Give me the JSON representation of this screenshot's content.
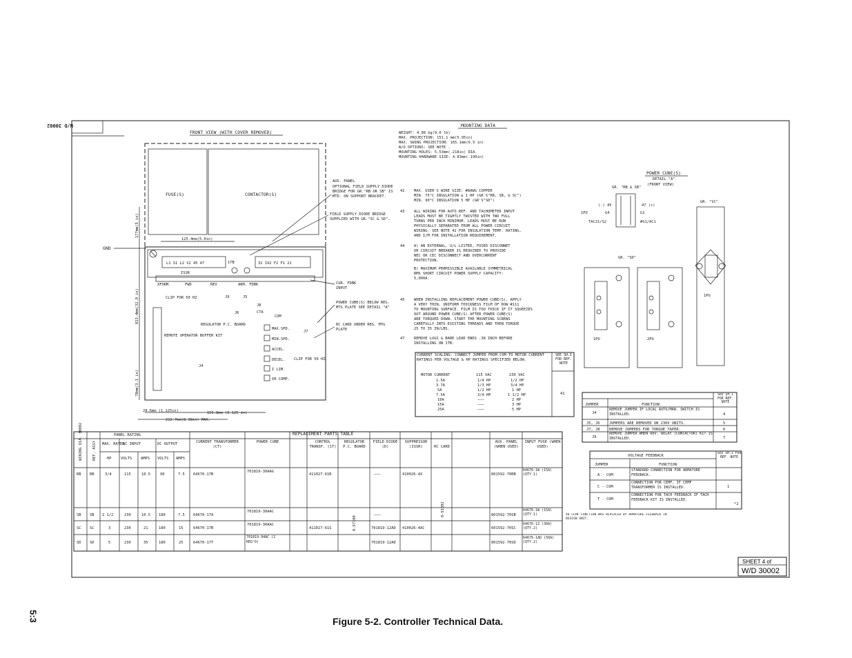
{
  "sheet": {
    "wd_rotated": "W/D 30002",
    "sheet_label": "SHEET 4 of",
    "wd_number": "W/D 30002"
  },
  "caption": "Figure 5-2. Controller Technical Data.",
  "page_number": "5:3",
  "front_view": {
    "title": "FRONT VIEW (WITH COVER REMOVED)",
    "fuses": "FUSE(S)",
    "contactors": "CONTACTOR(S)",
    "gnd": "GND",
    "terminals_left": "L1 S1 L2 S2 45 47",
    "terminals_right": "32 192 F2 F1 21",
    "itb": "1TB",
    "issr": "ISSR",
    "xform": "XFORM.",
    "fwd": "FWD",
    "rev": "REV",
    "arm_fdbk": "ARM. FDBK",
    "clip_50hz_left": "CLIP FOR 50 HZ",
    "regulator": "REGULATOR P.C. BOARD",
    "cta": "CTA",
    "com": "COM",
    "remote_buffer": "REMOTE OPERATOR BUFFER KIT",
    "j9": "J9",
    "j5": "J5",
    "j8": "J8",
    "j6": "J6",
    "j7": "J7",
    "j4": "J4",
    "pots": [
      "MAX.SPD.",
      "MIN.SPD.",
      "ACCEL.",
      "DECEL.",
      "I LIM.",
      "IR COMP."
    ],
    "clip_50hz_right": "CLIP FOR 50 HZ",
    "dim_top": "125.4mm(5.0in)",
    "dim_width": "155.8mm (6.125 in)",
    "dim_overall": "212.7mm(8.38in) MAX.",
    "dim_left_small": "28.6mm (1.125in)",
    "dim_vert_total": "813.4mm(32.0 in)",
    "dim_vert_top": "177mm(5 in)",
    "dim_vert_bot": "78mm(3.1 in)",
    "callouts": {
      "aux_panel": "AUX. PANEL",
      "optional_bridge": "OPTIONAL FIELD SUPPLY DIODE BRIDGE FOR GR.\"RB OR SB\" IS MTD. ON SUPPORT BRACKET.",
      "field_bridge": "FIELD SUPPLY DIODE BRIDGE SUPPLIED WITH GR.\"SC & SD\".",
      "cur_fdbk": "CUR. FDBK INPUT",
      "power_cube": "POWER CUBE(S) BELOW REG. MTG PLATE SEE DETAIL \"A\"",
      "rc_card": "RC CARD UNDER REG. MTG PLATE"
    }
  },
  "mounting_data": {
    "title": "MOUNTING DATA",
    "lines": [
      "WEIGHT: 4.08 kg(9.0 lb)",
      "MAX. PROJECTION: 151.1 mm(5.95in)",
      "MAX. SWING PROJECTION: 165.1mm(6.5 in)",
      "W/O OPTIONS: SEE NOTE .",
      "MOUNTING HOLES: 5.53mm(.218in) DIA.",
      "MOUNTING HARDWARE SIZE: 4.83mm(.190in)"
    ]
  },
  "notes": [
    {
      "num": "42",
      "lines": [
        "MAX. USER'S WIRE SIZE: #8AWG COPPER",
        "MIN. 75°C INSULATION ≤ 1 HP (GR'S\"RB, SB, & SC\")",
        "MIN. 90°C INSULATION  5 HP (GR'S\"SD\")"
      ]
    },
    {
      "num": "43",
      "lines": [
        "ALL WIRING FOR AUTO REF. AND TACHOMETER INPUT",
        "LEADS MUST BE TIGHTLY TWISTED WITH TWO FULL",
        "TURNS PER INCH MINIMUM. LEADS MUST BE RUN",
        "PHYSICALLY SEPARATED FROM ALL POWER CIRCUIT",
        "WIRING. SEE NOTE 42 FOR INSULATION TEMP. RATING,",
        "AND I/M FOR INSTALLATION REQUIREMENT."
      ]
    },
    {
      "num": "44",
      "lines": [
        "A) AN EXTERNAL, U/L LISTED, FUSED DISCONNET",
        "   OR CIRCUIT BREAKER IS REQUIRED TO PROVIDE",
        "   NEC OR CEC DISCONNECT AND OVERCURRENT",
        "   PROTECTION.",
        "B) MAXIMUM PERMISSIBLE AVAILABLE SYMMETRICAL",
        "   RMS SHORT CIRCUIT POWER SUPPLY CAPACITY:",
        "   5,000A."
      ]
    },
    {
      "num": "45",
      "lines": [
        "WHEN INSTALLING REPLACEMENT POWER CUBE(S), APPLY",
        "A VERY THIN, UNIFORM THICKNESS FILM OF DOW #111",
        "TO MOUNTING SURFACE. FILM IS TOO THICK IF IT SQUEEZES",
        "OUT AROUND POWER CUBE(S) AFTER POWER CUBE(S)",
        "ARE TORQUED DOWN. START THE MOUNTING SCREWS",
        "CAREFULLY INTO EXISTING THREADS AND THEN TORQUE",
        "25 TO 35 IN/LBS."
      ]
    },
    {
      "num": "47",
      "lines": [
        "REMOVE LUGS & BARE LEAD ENDS .38 INCH BEFORE",
        "INSTALLING ON 1TB."
      ]
    }
  ],
  "power_cube": {
    "title": "POWER CUBE(S)",
    "detail": "DETAIL \"A\"",
    "front_view": "(FRONT VIEW)",
    "gr_rb_sb": "GR. \"RB & SB\"",
    "gr_sc": "GR. \"SC\"",
    "gr_sd": "GR. \"SD\"",
    "labels_top": [
      "(-) 45",
      "G4",
      "G1",
      "47 (+)"
    ],
    "ipu": "1PU",
    "ipu2": "2PU",
    "tac": "TAC21/S2",
    "issr": "#S1/AC1"
  },
  "current_scaling": {
    "title": "CURRENT SCALING: CONNECT JUMPER FROM COM TO MOTOR CURRENT RATINGS PER VOLTAGE & HP RATINGS SPECIFIED BELOW.",
    "see_note": "SEE SH.I FOR REF. NOTE",
    "headers": [
      "MOTOR CURRENT",
      "115 VAC",
      "230 VAC"
    ],
    "rows": [
      [
        "2.5A",
        "1/4 HP",
        "1/2 HP"
      ],
      [
        "3.7A",
        "1/3 HP",
        "3/4 HP"
      ],
      [
        "5A",
        "1/2 HP",
        "1 HP"
      ],
      [
        "7.5A",
        "3/4 HP",
        "1 1/2 HP"
      ],
      [
        "10A",
        "———",
        "2 HP"
      ],
      [
        "15A",
        "———",
        "3 HP"
      ],
      [
        "25A",
        "———",
        "5 HP"
      ]
    ],
    "note_ref": "41"
  },
  "jumper_table": {
    "headers": [
      "JUMPER",
      "FUNCTION",
      "SEE SH.I FOR REF. NOTE"
    ],
    "rows": [
      [
        "J4",
        "REMOVE JUMPER IF LOCAL AUTO/MAN. SWITCH IS INSTALLED.",
        "4"
      ],
      [
        "J5, J6",
        "JUMPERS ARE REMOVED ON 230V UNITS.",
        "5"
      ],
      [
        "J7, J8",
        "REMOVE JUMPERS FOR TORQUE TAPER.",
        "6"
      ],
      [
        "J9",
        "REMOVE JUMPER WHEN REV. RELAY (CONTACTOR) KIT IS INSTALLED.",
        "7"
      ]
    ]
  },
  "voltage_feedback": {
    "title": "VOLTAGE FEEDBACK",
    "headers": [
      "JUMPER",
      "FUNCTION",
      "SEE SH.I FOR REF. NOTE"
    ],
    "rows": [
      [
        "A - COM",
        "STANDARD CONNECTION FOR ARMATURE FEEDBACK.",
        ""
      ],
      [
        "C - COM",
        "CONNECTION FOR CEMF, IF CEMF TRANSFORMER IS INSTALLED.",
        "1"
      ],
      [
        "T - COM",
        "CONNECTION FOR TACH FEEDBACK IF TACH FEEDBACK KIT IS INSTALLED.",
        "*2"
      ]
    ],
    "footnote": "48 CEMF FUNCTION WAS REPLACED BY ARMATURE FEEDBACK IN DESIGN UNIT."
  },
  "parts_table": {
    "title": "REPLACEMENT PARTS TABLE",
    "panel_rating": "PANEL RATING",
    "ac_input": "AC INPUT",
    "dc_output": "DC OUTPUT",
    "max_rated": "MAX. RATED",
    "hp": "HP",
    "volts": "VOLTS",
    "amps": "AMPS",
    "wiring_dia": "WIRING DIA. 30002",
    "ref_assy": "REF. ASSY",
    "col_headers": [
      "CURRENT TRANSFORMER (CT)",
      "POWER CUBE",
      "CONTROL TRANSF. (1T)",
      "REGULATOR P.C. BOARD",
      "FIELD DIODE (D)",
      "SUPPRESSOR (ISSR)",
      "RC CARD",
      "AUX. PANEL (WHEN USED)",
      "INPUT FUSE (WHEN USED)"
    ],
    "rows": [
      {
        "dia": "RB",
        "assy": "RB",
        "hp": "3/4",
        "acv": "115",
        "aca": "10.5",
        "dcv": "90",
        "dca": "7.5",
        "ct": "64670-17B",
        "cube": "701819-30AAG",
        "ctr": "411027-61R",
        "reg": "",
        "diode": "———",
        "sup": "410026-4X",
        "aux": "801592-70RB",
        "fuse": "64676-1W (15A)(QTY.1)"
      },
      {
        "dia": "SB",
        "assy": "SB",
        "hp": "1 1/2",
        "acv": "230",
        "aca": "10.5",
        "dcv": "180",
        "dca": "7.5",
        "ct": "64670-17A",
        "cube": "701819-30AAC",
        "ctr": "",
        "reg": "",
        "diode": "———",
        "sup": "",
        "aux": "801592-70SB",
        "fuse": "64676-1W (15A)(QTY.1)"
      },
      {
        "dia": "SC",
        "assy": "SC",
        "hp": "3",
        "acv": "230",
        "aca": "21",
        "dcv": "180",
        "dca": "15",
        "ct": "64670-17B",
        "cube": "701819-30AAC",
        "ctr": "411027-61S",
        "reg": "",
        "diode": "701819-12AD",
        "sup": "410026-4AC",
        "aux": "601592-70SC",
        "fuse": "64676-1Z (30A)(QTY.2)"
      },
      {
        "dia": "SD",
        "assy": "SD",
        "hp": "5",
        "acv": "230",
        "aca": "35",
        "dcv": "180",
        "dca": "25",
        "ct": "64670-17T",
        "cube": "701819-94AC (2 REQ'D)",
        "ctr": "",
        "reg": "",
        "diode": "701819-12AD",
        "sup": "",
        "aux": "801592-70SD",
        "fuse": "64676-1AD (50A)(QTY.2)"
      }
    ],
    "reg_vertical": "0-57100",
    "rc_vertical": "0-51302"
  }
}
